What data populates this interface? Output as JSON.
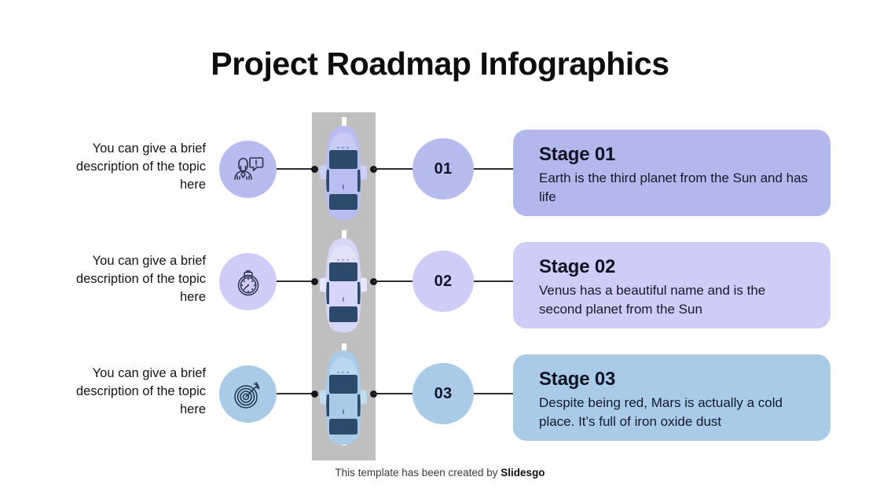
{
  "page": {
    "title": "Project Roadmap Infographics",
    "background": "#ffffff"
  },
  "footer": {
    "text": "This template has been created by ",
    "brand": "Slidesgo"
  },
  "road": {
    "color": "#bfbfbf",
    "lane_dash_color": "#ffffff"
  },
  "rows": [
    {
      "left_text": "You can give a brief description of the topic here",
      "icon": "person-announcement-icon",
      "icon_circle_color": "#b6bcee",
      "number": "01",
      "number_circle_color": "#b6bcee",
      "card_title": "Stage 01",
      "card_desc": "Earth is the third planet from the Sun and has life",
      "card_color": "#b3b8ec",
      "car_color": "#b9bdf0"
    },
    {
      "left_text": "You can give a brief description of the topic here",
      "icon": "stopwatch-icon",
      "icon_circle_color": "#cfcdf7",
      "number": "02",
      "number_circle_color": "#cfcdf7",
      "card_title": "Stage 02",
      "card_desc": "Venus has a beautiful name and is the second planet from the Sun",
      "card_color": "#cfcdf7",
      "car_color": "#d7d6f8"
    },
    {
      "left_text": "You can give a brief description of the topic here",
      "icon": "target-arrow-icon",
      "icon_circle_color": "#a9cbe8",
      "number": "03",
      "number_circle_color": "#a9cbe8",
      "card_title": "Stage 03",
      "card_desc": "Despite being red, Mars is actually a cold place. It’s full of iron oxide dust",
      "card_color": "#a9cbe8",
      "car_color": "#a9cbe8"
    }
  ],
  "colors": {
    "connector": "#2b2b33",
    "car_window": "#2c4a6b",
    "text": "#10162b"
  }
}
